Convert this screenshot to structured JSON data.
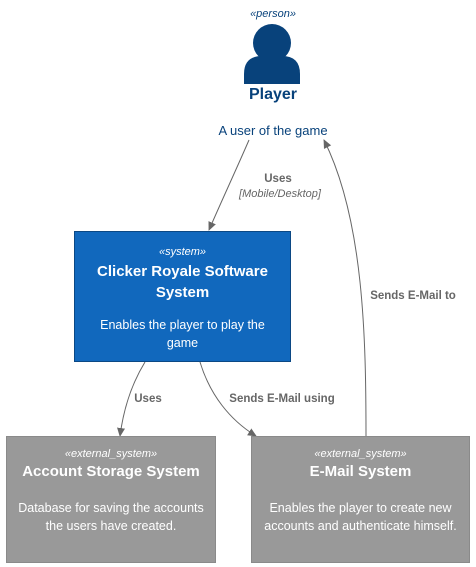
{
  "person": {
    "stereotype": "«person»",
    "name": "Player",
    "description": "A user of the game"
  },
  "system": {
    "stereotype": "«system»",
    "title": "Clicker Royale Software System",
    "description": "Enables the player to play the game"
  },
  "account_storage": {
    "stereotype": "«external_system»",
    "title": "Account Storage System",
    "description": "Database for saving the accounts the users have created."
  },
  "email_system": {
    "stereotype": "«external_system»",
    "title": "E-Mail System",
    "description": "Enables the player to create new accounts and authenticate himself."
  },
  "edges": {
    "player_uses": {
      "label": "Uses",
      "technology": "[Mobile/Desktop]"
    },
    "sends_email_to": {
      "label": "Sends E-Mail to"
    },
    "system_uses": {
      "label": "Uses"
    },
    "sends_email_using": {
      "label": "Sends E-Mail using"
    }
  },
  "colors": {
    "person": "#08427b",
    "system": "#1168bd",
    "external_system": "#999999",
    "arrow": "#666666"
  },
  "icons": {
    "person": "person-icon"
  }
}
